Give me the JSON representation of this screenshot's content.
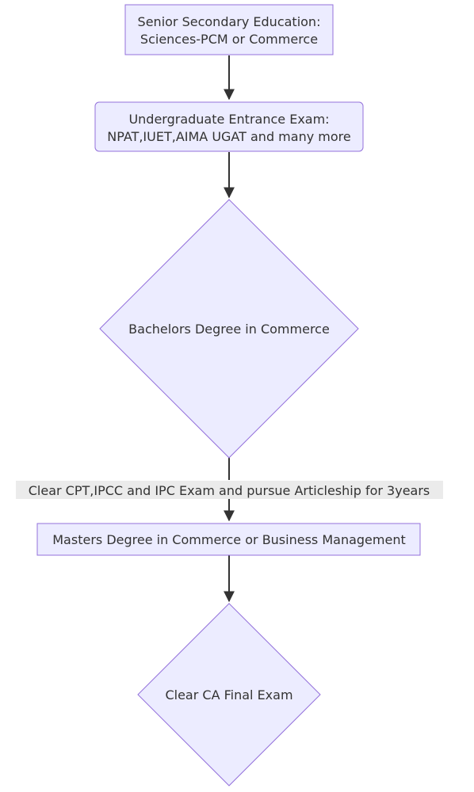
{
  "nodes": {
    "senior_secondary": {
      "shape": "rectangle",
      "lines": [
        "Senior Secondary Education:",
        "Sciences-PCM or Commerce"
      ]
    },
    "ug_entrance": {
      "shape": "rounded-rectangle",
      "lines": [
        "Undergraduate Entrance Exam:",
        "NPAT,IUET,AIMA UGAT and many more"
      ]
    },
    "bachelors": {
      "shape": "diamond",
      "lines": [
        "Bachelors Degree in Commerce"
      ]
    },
    "masters": {
      "shape": "rectangle",
      "lines": [
        "Masters Degree in Commerce or Business Management"
      ]
    },
    "ca_final": {
      "shape": "diamond",
      "lines": [
        "Clear CA Final Exam"
      ]
    }
  },
  "edges": [
    {
      "from": "senior_secondary",
      "to": "ug_entrance",
      "label": ""
    },
    {
      "from": "ug_entrance",
      "to": "bachelors",
      "label": ""
    },
    {
      "from": "bachelors",
      "to": "masters",
      "label": "Clear CPT,IPCC and IPC Exam and pursue Articleship for 3years"
    },
    {
      "from": "masters",
      "to": "ca_final",
      "label": ""
    }
  ],
  "colors": {
    "node_fill": "#ECECFF",
    "node_stroke": "#9370DB",
    "edge": "#333333",
    "text": "#333333",
    "edge_label_bg": "#e8e8e8"
  }
}
